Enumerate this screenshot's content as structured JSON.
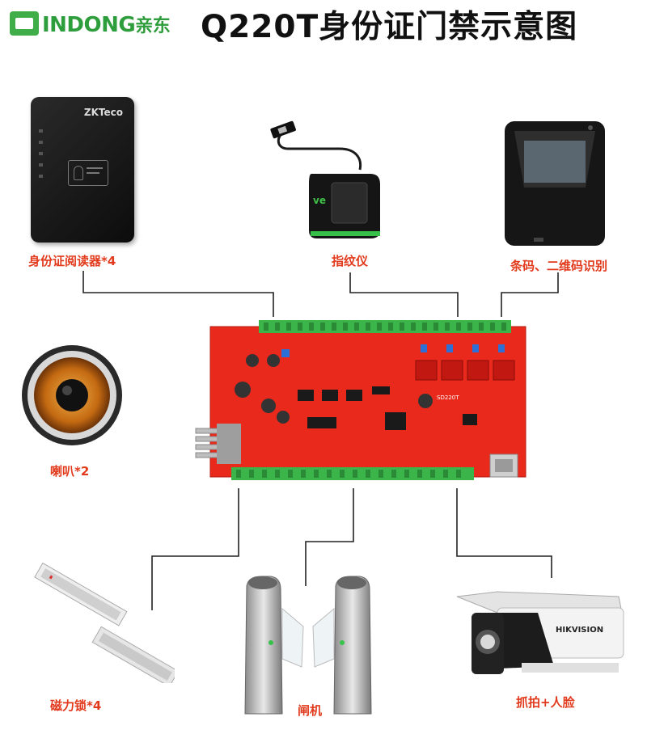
{
  "header": {
    "brand": "INDONG",
    "brand_cn": "亲东",
    "title": "Q220T身份证门禁示意图"
  },
  "colors": {
    "brand_green": "#3fae49",
    "label_red": "#e23a1c",
    "board_red": "#e8291c",
    "terminal_green": "#3bb54a"
  },
  "devices": {
    "id_reader": {
      "label": "身份证阅读器*4",
      "brand_mark": "ZKTeco"
    },
    "fingerprint": {
      "label": "指纹仪"
    },
    "qr_scanner": {
      "label": "条码、二维码识别"
    },
    "speaker": {
      "label": "喇叭*2"
    },
    "controller": {
      "model": "SD220T"
    },
    "maglock": {
      "label": "磁力锁*4"
    },
    "gate": {
      "label": "闸机"
    },
    "camera": {
      "label": "抓拍+人脸",
      "brand_mark": "HIKVISION"
    }
  }
}
